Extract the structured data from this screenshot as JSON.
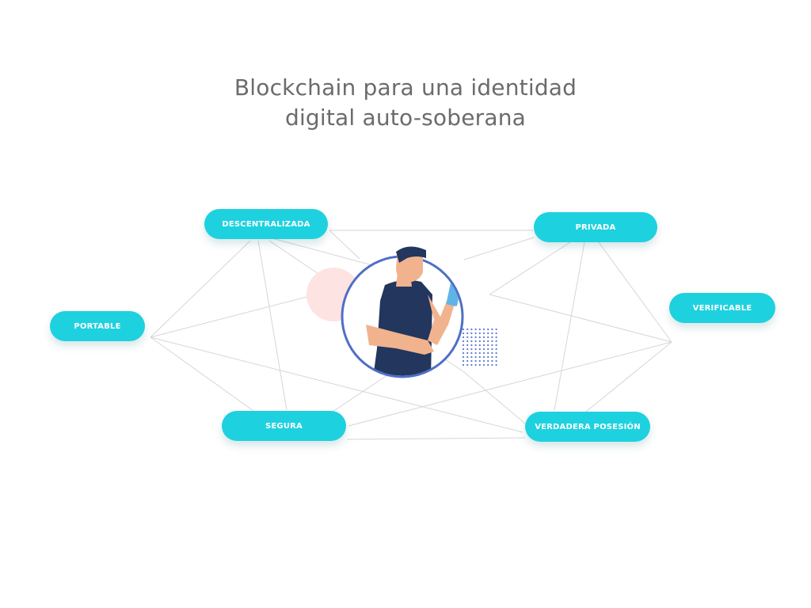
{
  "title": {
    "line1": "Blockchain para una identidad",
    "line2": "digital auto-soberana"
  },
  "nodes": [
    {
      "id": "descentralizada",
      "label": "DESCENTRALIZADA"
    },
    {
      "id": "privada",
      "label": "PRIVADA"
    },
    {
      "id": "portable",
      "label": "PORTABLE"
    },
    {
      "id": "verificable",
      "label": "VERIFICABLE"
    },
    {
      "id": "segura",
      "label": "SEGURA"
    },
    {
      "id": "verdadera-posesion",
      "label": "VERDADERA POSESIÓN"
    }
  ],
  "center": {
    "icon": "person-holding-phone-icon"
  },
  "colors": {
    "pill": "#1ed1df",
    "ring": "#4f6fc6",
    "link": "#d6d6d6",
    "shirt": "#22365e",
    "skin": "#f1b38e",
    "hair": "#22365e",
    "phone": "#5fb4e6",
    "blush": "#fde3e1"
  }
}
